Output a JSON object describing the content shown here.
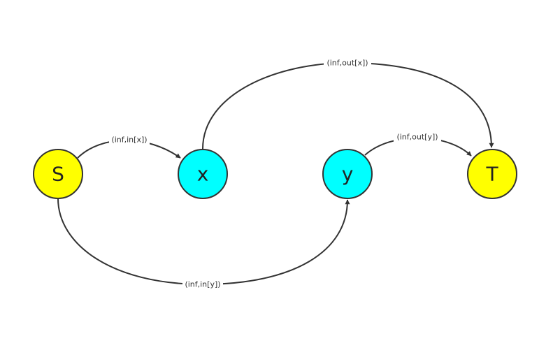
{
  "colors": {
    "source_sink": "#ffff00",
    "middle": "#00ffff",
    "stroke": "#333333"
  },
  "nodes": {
    "s": {
      "label": "S"
    },
    "x": {
      "label": "x"
    },
    "y": {
      "label": "y"
    },
    "t": {
      "label": "T"
    }
  },
  "edges": {
    "s_x": {
      "label": "(inf,in[x])"
    },
    "x_t": {
      "label": "(inf,out[x])"
    },
    "y_t": {
      "label": "(inf,out[y])"
    },
    "s_y": {
      "label": "(inf,in[y])"
    }
  }
}
